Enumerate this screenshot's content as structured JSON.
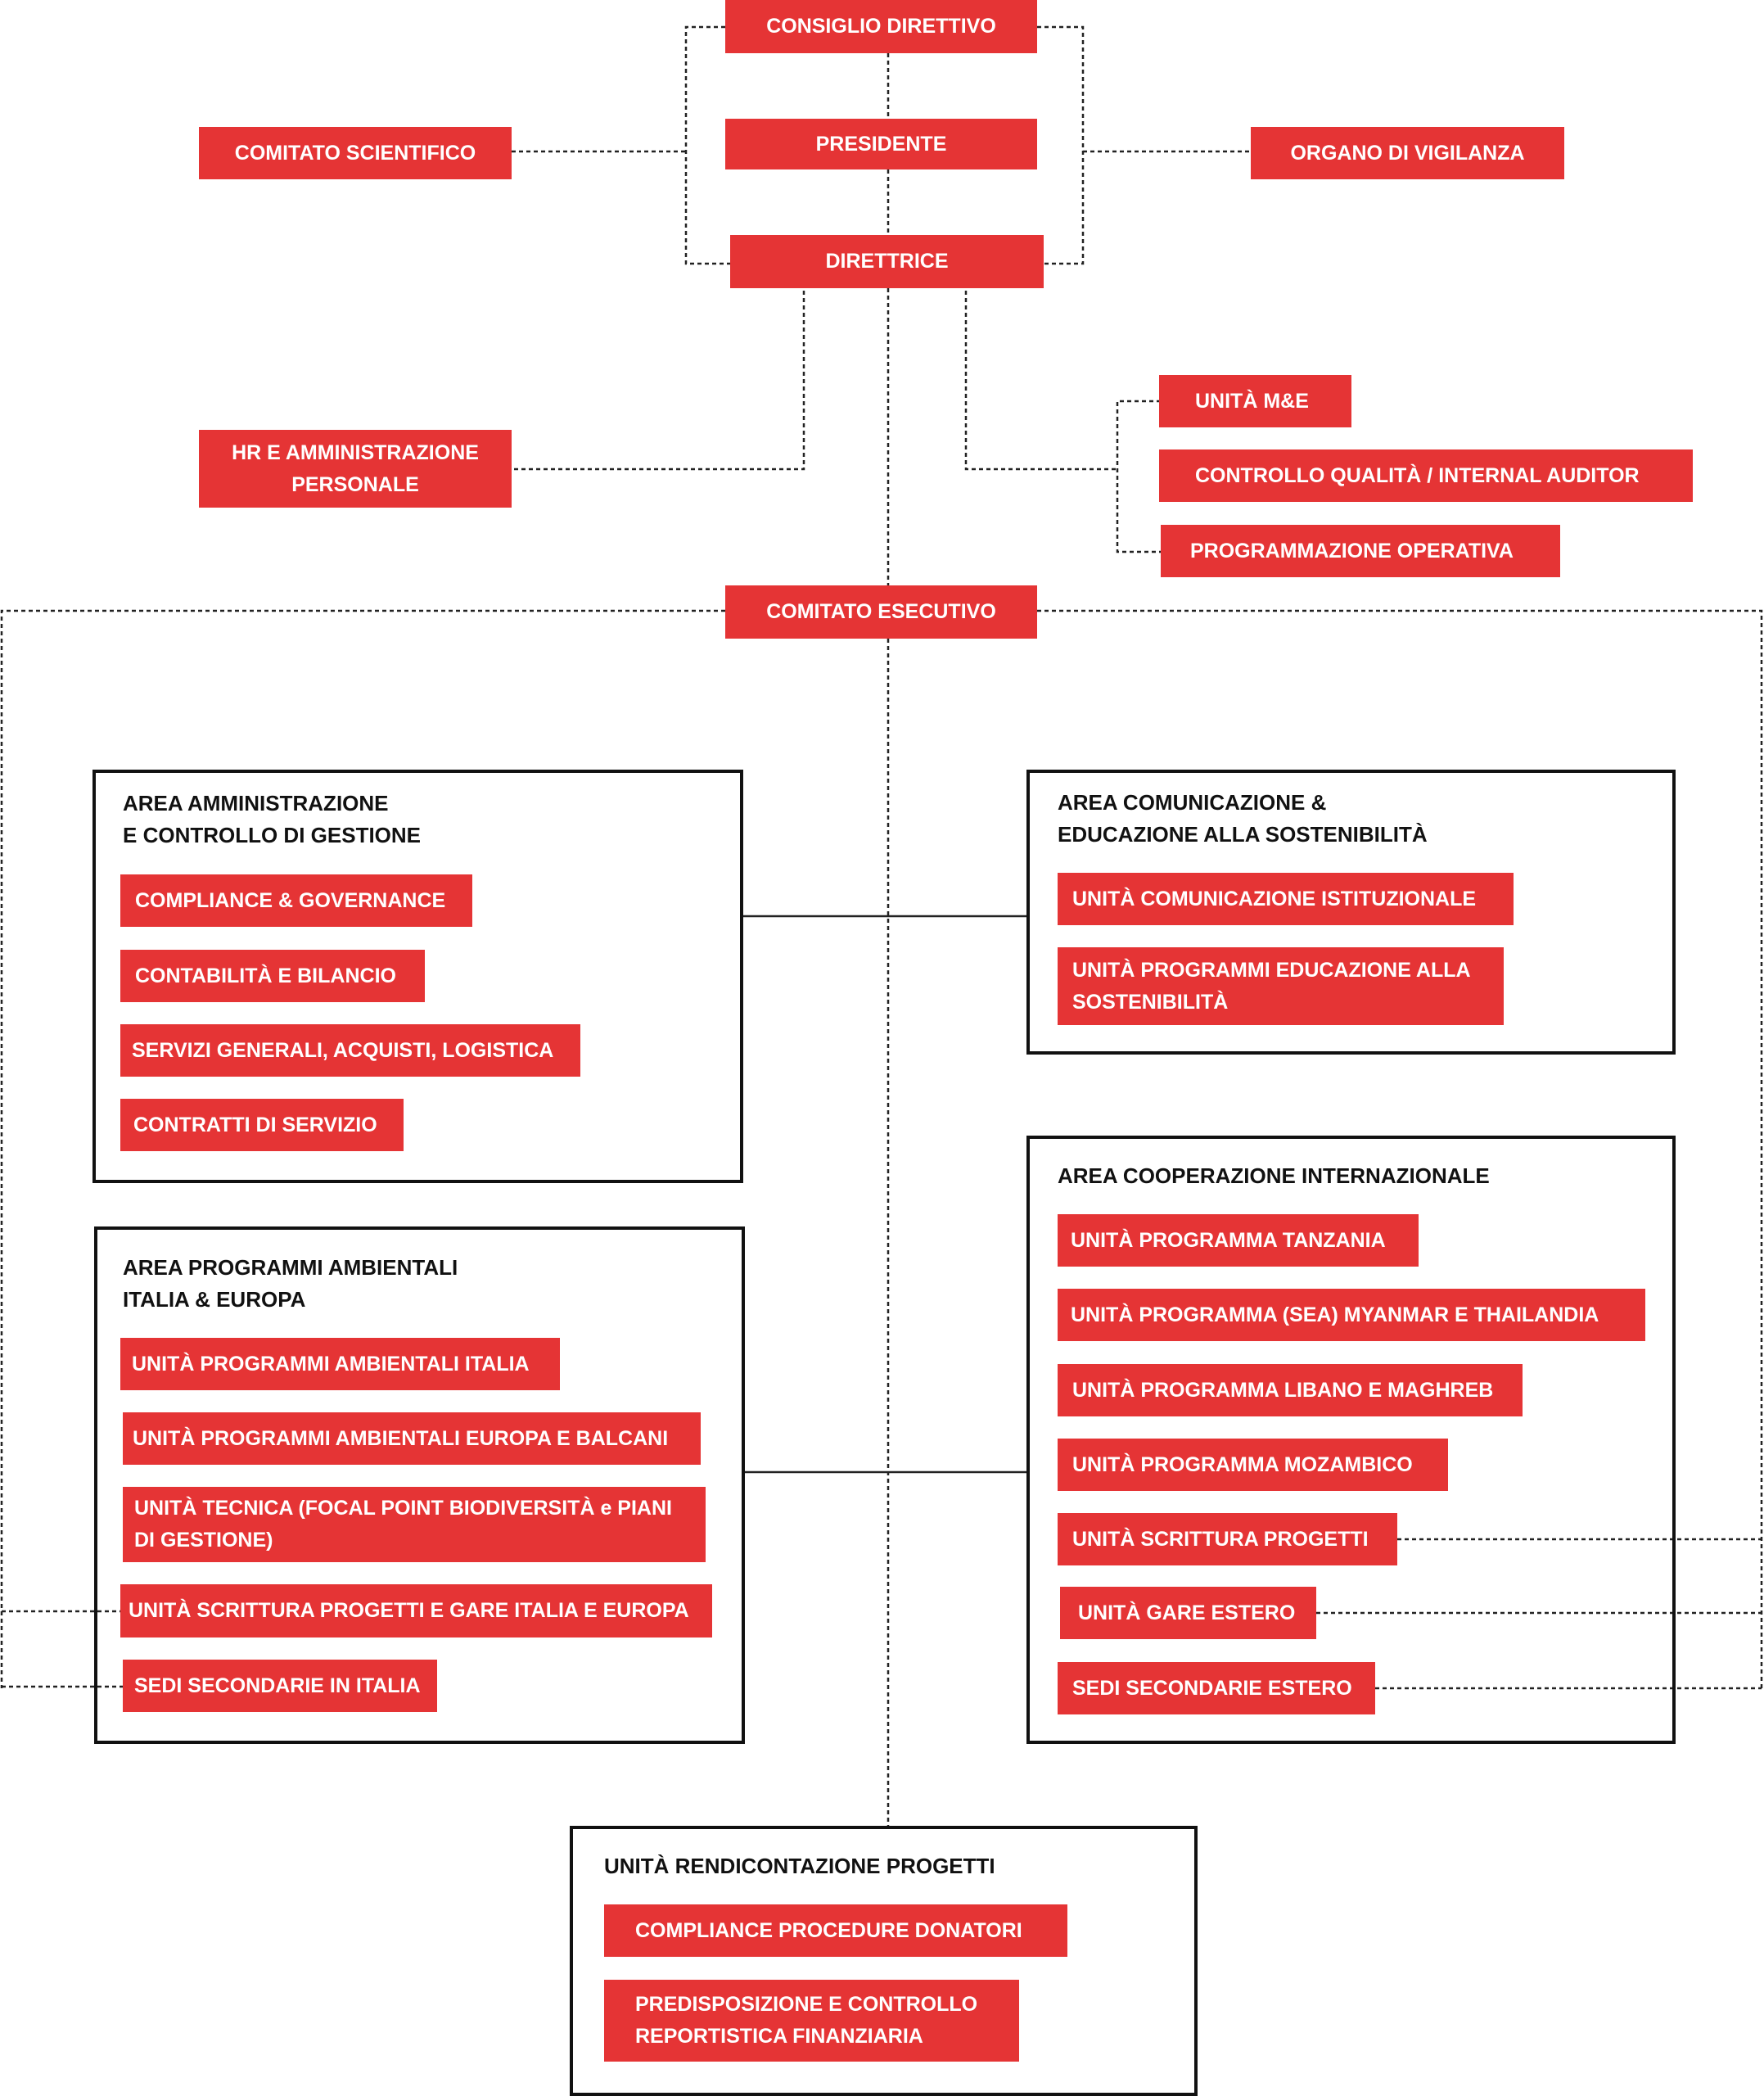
{
  "colors": {
    "box": "#e53435",
    "text_on_box": "#ffffff",
    "frame": "#111111"
  },
  "governance": {
    "consiglio": "CONSIGLIO DIRETTIVO",
    "presidente": "PRESIDENTE",
    "direttrice": "DIRETTRICE",
    "comitato_scientifico": "COMITATO SCIENTIFICO",
    "organo_vigilanza": "ORGANO DI VIGILANZA",
    "hr": [
      "HR E AMMINISTRAZIONE",
      "PERSONALE"
    ],
    "staff": [
      "UNITÀ M&E",
      "CONTROLLO QUALITÀ / INTERNAL AUDITOR",
      "PROGRAMMAZIONE OPERATIVA"
    ],
    "comitato_esecutivo": "COMITATO ESECUTIVO"
  },
  "areas": {
    "amministrazione": {
      "title": [
        "AREA AMMINISTRAZIONE",
        "E CONTROLLO DI GESTIONE"
      ],
      "units": [
        "COMPLIANCE & GOVERNANCE",
        "CONTABILITÀ E BILANCIO",
        "SERVIZI GENERALI, ACQUISTI, LOGISTICA",
        "CONTRATTI DI SERVIZIO"
      ]
    },
    "comunicazione": {
      "title": [
        "AREA COMUNICAZIONE &",
        "EDUCAZIONE ALLA SOSTENIBILITÀ"
      ],
      "units": [
        [
          "UNITÀ COMUNICAZIONE ISTITUZIONALE"
        ],
        [
          "UNITÀ PROGRAMMI EDUCAZIONE ALLA",
          "SOSTENIBILITÀ"
        ]
      ]
    },
    "ambientali": {
      "title": [
        "AREA PROGRAMMI AMBIENTALI",
        "ITALIA & EUROPA"
      ],
      "units": [
        [
          "UNITÀ PROGRAMMI AMBIENTALI ITALIA"
        ],
        [
          "UNITÀ PROGRAMMI AMBIENTALI EUROPA  E BALCANI"
        ],
        [
          "UNITÀ TECNICA (FOCAL POINT BIODIVERSITÀ e PIANI",
          "DI GESTIONE)"
        ],
        [
          "UNITÀ SCRITTURA PROGETTI E GARE ITALIA E EUROPA"
        ],
        [
          "SEDI SECONDARIE IN ITALIA"
        ]
      ]
    },
    "cooperazione": {
      "title": [
        "AREA COOPERAZIONE INTERNAZIONALE"
      ],
      "units": [
        "UNITÀ PROGRAMMA TANZANIA",
        "UNITÀ PROGRAMMA (SEA) MYANMAR E THAILANDIA",
        "UNITÀ PROGRAMMA LIBANO E MAGHREB",
        "UNITÀ PROGRAMMA MOZAMBICO",
        "UNITÀ SCRITTURA PROGETTI",
        "UNITÀ GARE ESTERO",
        "SEDI SECONDARIE ESTERO"
      ]
    },
    "rendicontazione": {
      "title": [
        "UNITÀ RENDICONTAZIONE PROGETTI"
      ],
      "units": [
        [
          "COMPLIANCE PROCEDURE DONATORI"
        ],
        [
          "PREDISPOSIZIONE E CONTROLLO",
          "REPORTISTICA FINANZIARIA"
        ]
      ]
    }
  }
}
